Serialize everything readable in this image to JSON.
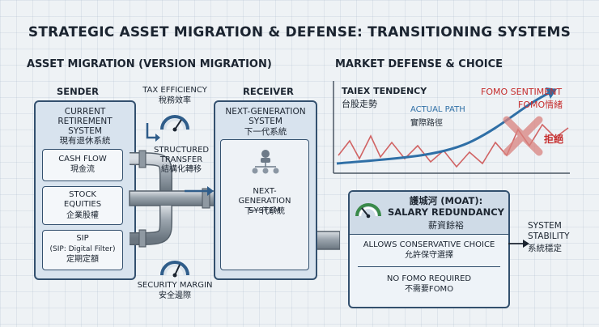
{
  "title": "STRATEGIC ASSET MIGRATION & DEFENSE: TRANSITIONING SYSTEMS",
  "left_section": {
    "heading": "ASSET MIGRATION (VERSION MIGRATION)",
    "sender": {
      "heading": "SENDER",
      "system_en": "CURRENT RETIREMENT SYSTEM",
      "system_zh": "現有退休系統",
      "items": [
        {
          "en": "CASH FLOW",
          "zh": "現金流"
        },
        {
          "en": "STOCK EQUITIES",
          "zh": "企業股權"
        },
        {
          "en": "SIP",
          "sub": "(SIP: Digital Filter)",
          "zh": "定期定額"
        }
      ]
    },
    "tax_efficiency": {
      "en": "TAX EFFICIENCY",
      "zh": "稅務效率"
    },
    "structured_transfer": {
      "en": "STRUCTURED TRANSFER",
      "zh": "結構化轉移"
    },
    "security_margin": {
      "en": "SECURITY MARGIN",
      "zh": "安全邊際"
    },
    "receiver": {
      "heading": "RECEIVER",
      "system_en": "NEXT-GENERATION SYSTEM",
      "system_zh": "下一代系統",
      "inner_en": "NEXT-GENERATION SYSTEM",
      "inner_zh": "下一代系統"
    }
  },
  "right_section": {
    "heading": "MARKET DEFENSE & CHOICE",
    "chart": {
      "title_en": "TAIEX TENDENCY",
      "title_zh": "台股走勢",
      "actual_path_en": "ACTUAL PATH",
      "actual_path_zh": "實際路徑",
      "fomo_en": "FOMO SENTIMENT",
      "fomo_zh": "FOMO情緒",
      "reject_zh": "拒絕",
      "colors": {
        "actual": "#2f6fa6",
        "fomo": "#c94040"
      }
    },
    "moat": {
      "title_zh": "護城河 (MOAT):",
      "title_en": "SALARY REDUNDANCY",
      "title_zh2": "薪資餘裕",
      "choice_en": "ALLOWS CONSERVATIVE CHOICE",
      "choice_zh": "允許保守選擇",
      "fomo_en": "NO FOMO REQUIRED",
      "fomo_zh": "不需要FOMO"
    },
    "stability": {
      "en": "SYSTEM STABILITY",
      "zh": "系統穩定"
    }
  },
  "icons": [
    "gauge-icon",
    "org-chart-icon",
    "pipe-icon",
    "arrow-icon",
    "reject-x-icon"
  ]
}
